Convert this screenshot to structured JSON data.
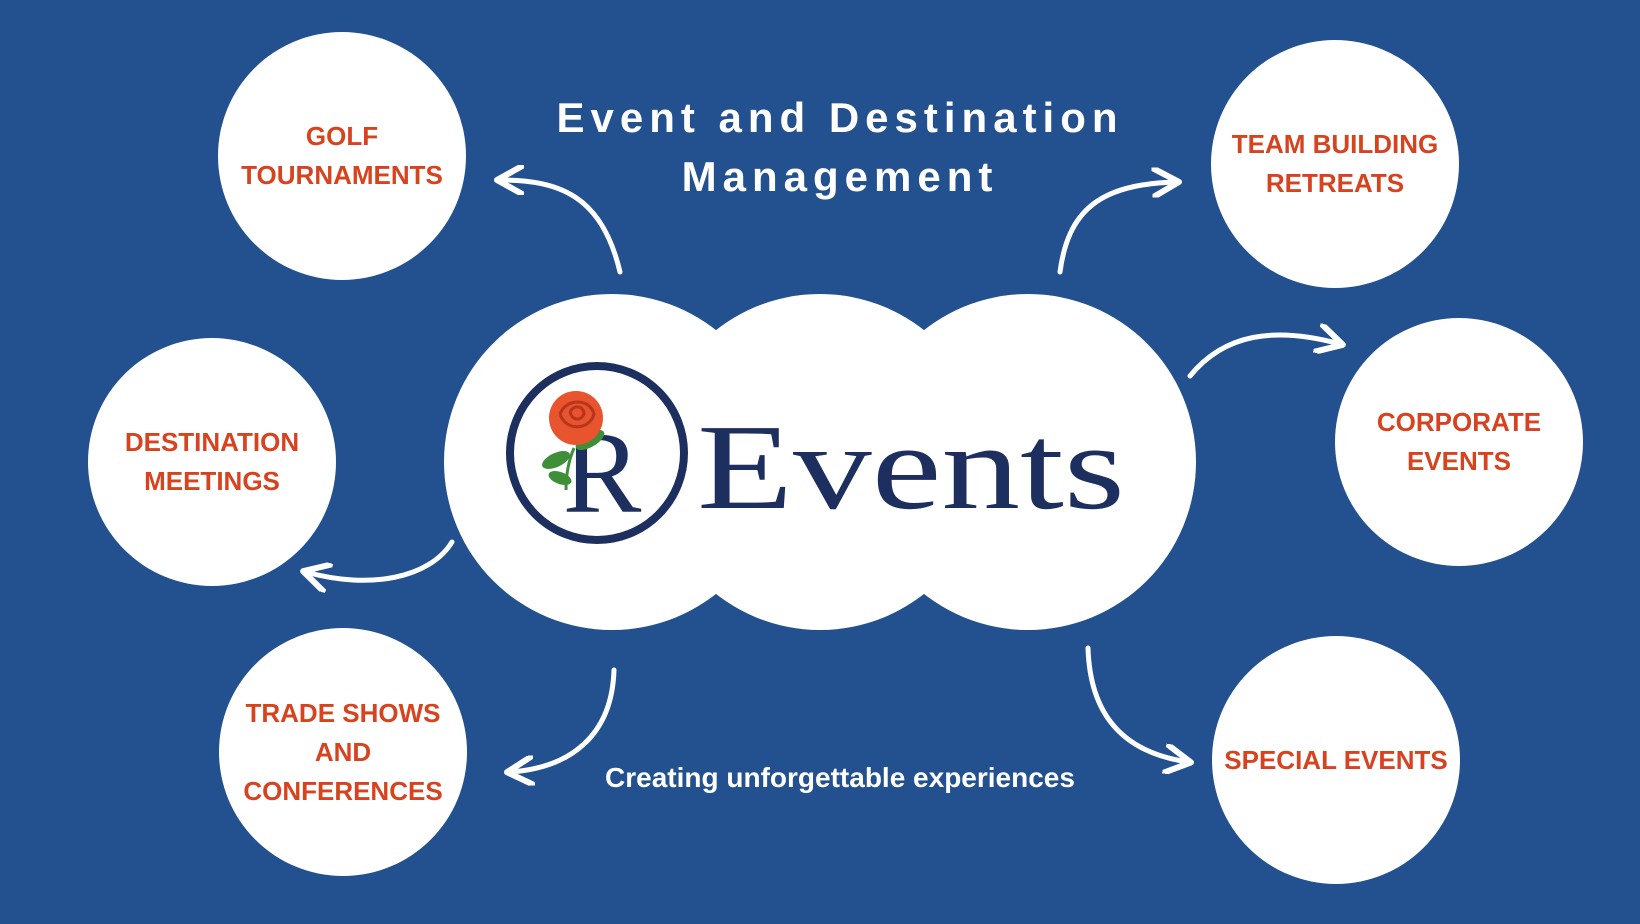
{
  "title": "Event and Destination\nManagement",
  "tagline": "Creating unforgettable experiences",
  "logo": {
    "text": "Events",
    "monogram": "R",
    "icon": "rose-icon"
  },
  "nodes": [
    {
      "id": "golf",
      "label": "GOLF\nTOURNAMENTS"
    },
    {
      "id": "team-building",
      "label": "TEAM BUILDING\nRETREATS"
    },
    {
      "id": "destination",
      "label": "DESTINATION\nMEETINGS"
    },
    {
      "id": "corporate",
      "label": "CORPORATE\nEVENTS"
    },
    {
      "id": "trade-shows",
      "label": "TRADE SHOWS\nAND\nCONFERENCES"
    },
    {
      "id": "special",
      "label": "SPECIAL EVENTS"
    }
  ],
  "colors": {
    "background": "#23508f",
    "node_fill": "#ffffff",
    "node_text": "#d8431f",
    "logo_navy": "#1d2f5e",
    "rose": "#e8542e",
    "leaf": "#3f8f3a"
  }
}
